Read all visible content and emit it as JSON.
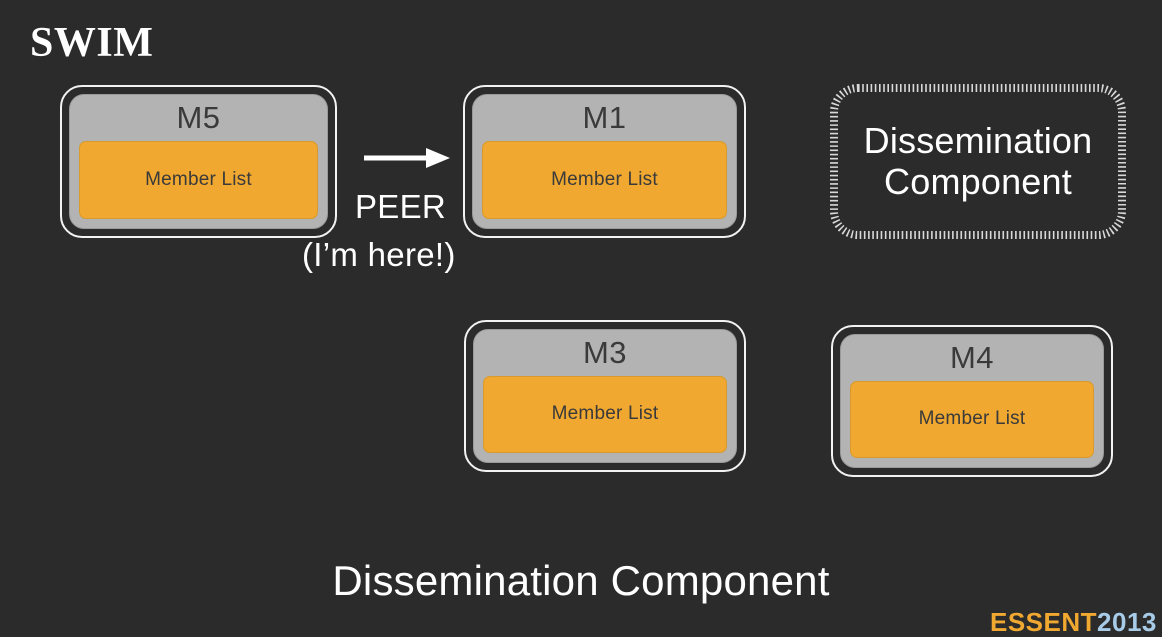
{
  "slide": {
    "title": "SWIM",
    "background_color": "#2b2b2b",
    "bottom_caption": "Dissemination Component"
  },
  "colors": {
    "background": "#2b2b2b",
    "node_border": "#f2f2f2",
    "node_fill": "#b3b3b3",
    "member_list": "#f0a830",
    "label_text": "#3a3a3a",
    "white_text": "#ffffff",
    "watermark_orange": "#f0a830",
    "watermark_blue": "#a8cce8"
  },
  "nodes": [
    {
      "id": "m5",
      "label": "M5",
      "sublabel": "Member List"
    },
    {
      "id": "m1",
      "label": "M1",
      "sublabel": "Member List"
    },
    {
      "id": "m3",
      "label": "M3",
      "sublabel": "Member List"
    },
    {
      "id": "m4",
      "label": "M4",
      "sublabel": "Member List"
    }
  ],
  "arrow": {
    "from": "M5",
    "to": "M1",
    "primary_label": "PEER",
    "secondary_label": "(I’m here!)"
  },
  "dissemination_box": {
    "line1": "Dissemination",
    "line2": "Component",
    "border_style": "hatched-dashed"
  },
  "watermark": {
    "part_a": "ESSENT",
    "part_b": "2013"
  }
}
